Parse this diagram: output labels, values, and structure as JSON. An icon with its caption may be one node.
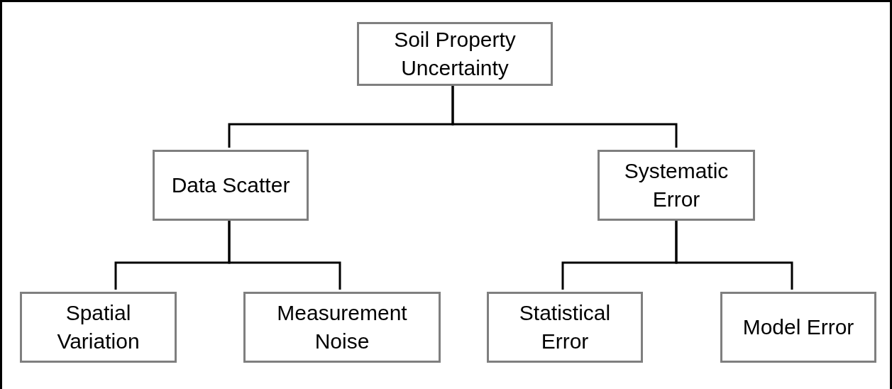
{
  "diagram": {
    "nodes": [
      {
        "text": [
          "Soil Property Uncertainty"
        ]
      },
      {
        "text": [
          "Data Scatter"
        ]
      },
      {
        "text": [
          "Systematic Error"
        ]
      },
      {
        "text": [
          "Spatial Variation"
        ]
      },
      {
        "text": [
          "Measurement Noise"
        ]
      },
      {
        "text": [
          "Statistical Error"
        ]
      },
      {
        "text": [
          "Model Error"
        ]
      }
    ],
    "edges": [
      {
        "from": 0,
        "to": 1,
        "arrow": "none"
      },
      {
        "from": 0,
        "to": 2,
        "arrow": "none"
      },
      {
        "from": 1,
        "to": 3,
        "arrow": "none"
      },
      {
        "from": 1,
        "to": 4,
        "arrow": "none"
      },
      {
        "from": 2,
        "to": 5,
        "arrow": "none"
      },
      {
        "from": 2,
        "to": 6,
        "arrow": "none"
      }
    ]
  }
}
